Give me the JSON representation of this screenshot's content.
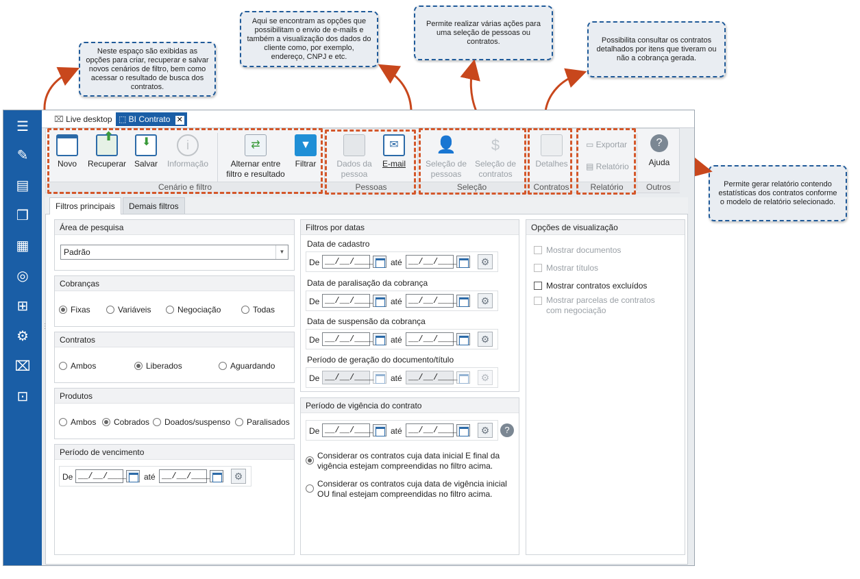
{
  "callouts": {
    "scenario": "Neste espaço são exibidas as opções para criar, recuperar e salvar novos cenários de filtro, bem como acessar o resultado de busca dos contratos.",
    "people": "Aqui se encontram as opções que possibilitam o envio de e-mails e também a visualização dos dados do cliente como, por exemplo, endereço, CNPJ e etc.",
    "selection": "Permite realizar várias ações para uma seleção de pessoas ou contratos.",
    "details": "Possibilita consultar os contratos detalhados por itens que tiveram ou não a cobrança gerada.",
    "report": "Permite gerar relatório contendo estatísticas dos contratos conforme o modelo de relatório selecionado."
  },
  "window_tabs": {
    "live": "Live desktop",
    "bi": "BI Contrato"
  },
  "ribbon": {
    "novo": "Novo",
    "recuperar": "Recuperar",
    "salvar": "Salvar",
    "informacao": "Informação",
    "alternar": "Alternar entre filtro e resultado",
    "filtrar": "Filtrar",
    "dados_pessoa": "Dados da pessoa",
    "email": "E-mail",
    "sel_pessoas": "Seleção de pessoas",
    "sel_contratos": "Seleção de contratos",
    "detalhes": "Detalhes",
    "exportar": "Exportar",
    "relatorio": "Relatório",
    "ajuda": "Ajuda",
    "groups": {
      "cenario": "Cenário e filtro",
      "pessoas": "Pessoas",
      "selecao": "Seleção",
      "contratos": "Contratos",
      "relatorio": "Relatório",
      "outros": "Outros"
    }
  },
  "content_tabs": {
    "principais": "Filtros principais",
    "demais": "Demais filtros"
  },
  "area": {
    "title": "Área de pesquisa",
    "value": "Padrão"
  },
  "cobrancas": {
    "title": "Cobranças",
    "options": [
      "Fixas",
      "Variáveis",
      "Negociação",
      "Todas"
    ],
    "selected": "Fixas"
  },
  "contratos": {
    "title": "Contratos",
    "options": [
      "Ambos",
      "Liberados",
      "Aguardando"
    ],
    "selected": "Liberados"
  },
  "produtos": {
    "title": "Produtos",
    "options": [
      "Ambos",
      "Cobrados",
      "Doados/suspenso",
      "Paralisados"
    ],
    "selected": "Cobrados"
  },
  "vencimento": {
    "title": "Período de vencimento"
  },
  "date_labels": {
    "de": "De",
    "ate": "até",
    "empty": "__/__/____"
  },
  "datas": {
    "title": "Filtros por datas",
    "cadastro": "Data de cadastro",
    "paralisacao": "Data de paralisação da cobrança",
    "suspensao": "Data de suspensão da cobrança",
    "geracao": "Período de geração do documento/título"
  },
  "vigencia": {
    "title": "Período de vigência do contrato",
    "opt1": "Considerar os contratos cuja data inicial E final da vigência estejam compreendidas no filtro acima.",
    "opt2": "Considerar os contratos cuja data de vigência inicial OU final estejam compreendidas no filtro acima."
  },
  "visualizacao": {
    "title": "Opções de visualização",
    "documentos": "Mostrar documentos",
    "titulos": "Mostrar títulos",
    "excluidos": "Mostrar contratos excluídos",
    "parcelas": "Mostrar parcelas de contratos com negociação"
  },
  "colors": {
    "sidebar": "#1a5ea6",
    "dash": "#d4572a",
    "callout_border": "#1f5a99"
  }
}
